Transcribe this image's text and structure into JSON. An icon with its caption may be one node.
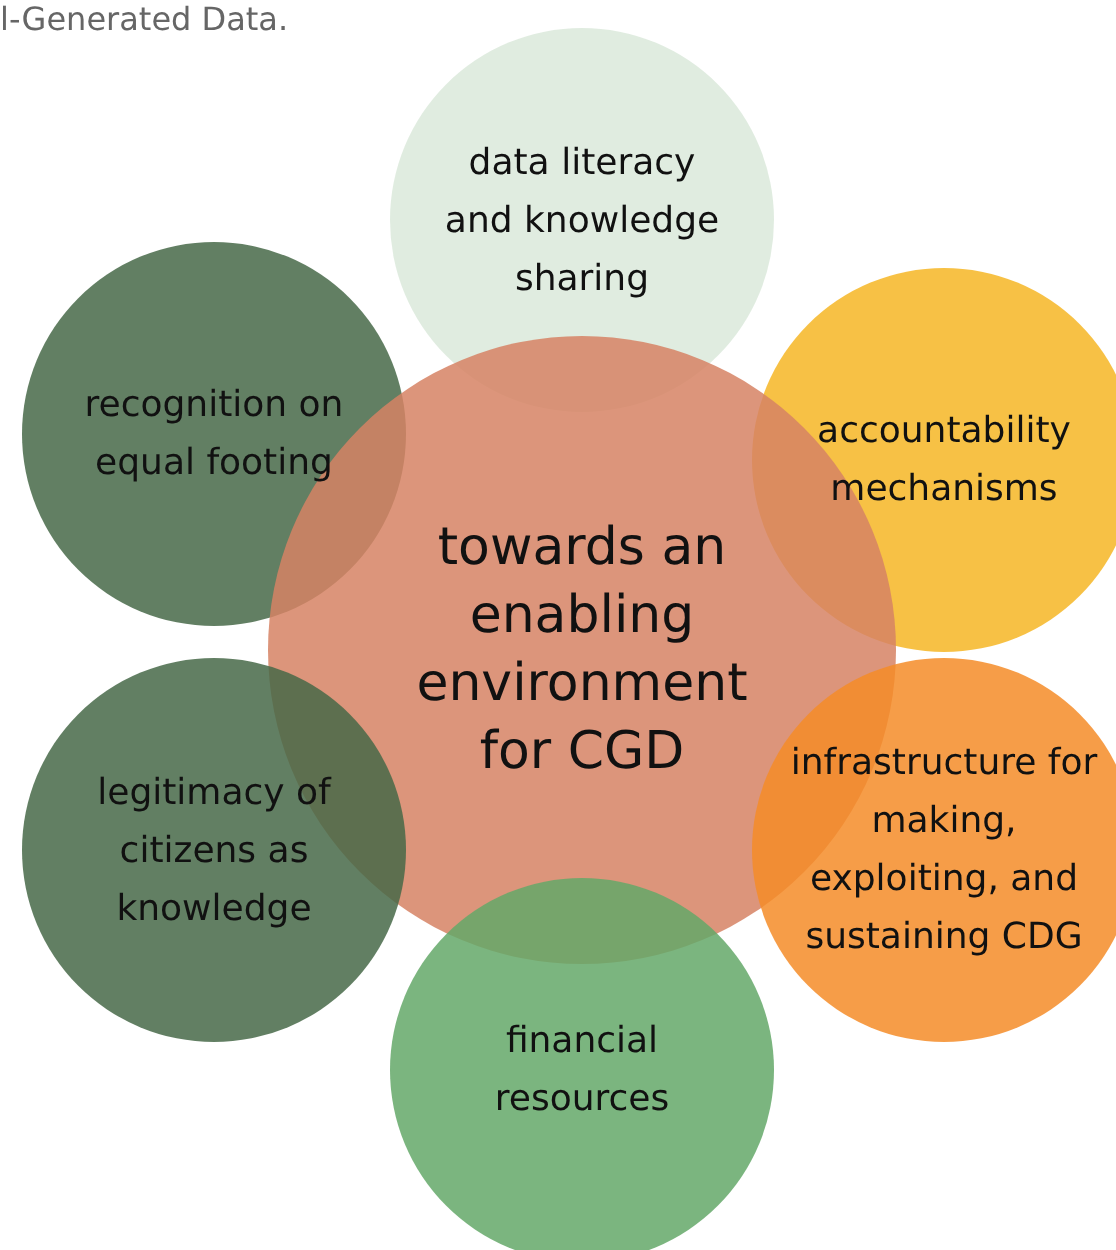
{
  "diagram": {
    "nodes": [
      {
        "text": [
          "data literacy and knowledge sharing"
        ]
      },
      {
        "text": [
          "recognition on equal footing"
        ]
      },
      {
        "text": [
          "accountability mechanisms"
        ]
      },
      {
        "text": [
          "towards an enabling environment for CGD"
        ]
      },
      {
        "text": [
          "legitimacy of citizens as knowledge"
        ]
      },
      {
        "text": [
          "infrastructure for making, exploiting, and sustaining CDG"
        ]
      },
      {
        "text": [
          "financial resources"
        ]
      }
    ],
    "labels": [
      "l-Generated Data."
    ]
  }
}
